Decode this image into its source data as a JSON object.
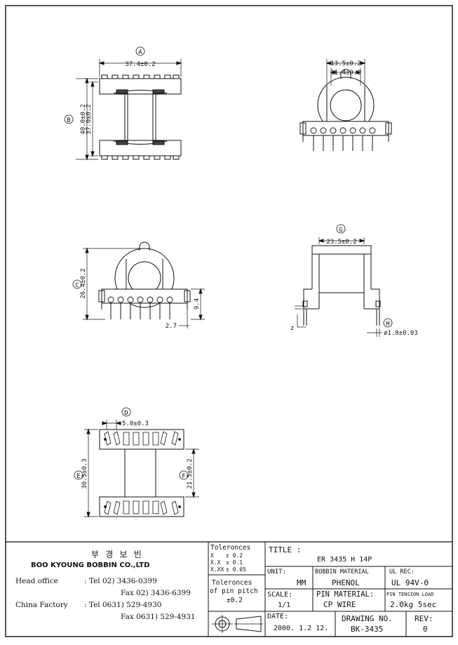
{
  "labels": {
    "A": "A",
    "B": "B",
    "C": "C",
    "D": "D",
    "E": "E",
    "F": "F",
    "G": "G",
    "H": "H"
  },
  "dims": {
    "a_width": "37.4±0.2",
    "b_outer": "40.0±0.2",
    "b_inner": "37.0±0.2",
    "top_outer": "13.5±0.2",
    "top_inner": "11.4±0.2",
    "c_height": "26.4±0.2",
    "c_pin": "9.4",
    "c_base": "2.7",
    "d_pitch": "5.0±0.3",
    "e_height": "30.5±0.3",
    "f_height": "21.5±0.2",
    "g_width": "23.5±0.2",
    "h_pin": "ø1.0±0.03",
    "z_label": "z"
  },
  "company": {
    "korean_name": "부 경 보 빈",
    "english_name": "BOO KYOUNG BOBBIN CO.,LTD",
    "head_office_label": "Head office",
    "head_tel": ": Tel  02) 3436-0399",
    "head_fax": "Fax  02) 3436-6399",
    "china_label": "China Factory",
    "china_tel": ": Tel 0631) 529-4930",
    "china_fax": "Fax 0631) 529-4931"
  },
  "tolerances": {
    "title": "Toleronces",
    "x_label": "X",
    "x_val": "± 0.2",
    "xx_label": "X.X",
    "xx_val": "± 0.1",
    "xxx_label": "X.XX",
    "xxx_val": "± 0.05",
    "pitch_title": "Toleronces",
    "pitch_sub": "of pin pitch",
    "pitch_val": "±0.2"
  },
  "title_block": {
    "title_label": "TITLE :",
    "title_value": "ER 3435 H 14P",
    "unit_label": "UNIT:",
    "unit_value": "MM",
    "bobbin_label": "BOBBIN MATERIAL",
    "bobbin_value": "PHENOL",
    "ul_label": "UL REC:",
    "ul_value": "UL 94V-0",
    "scale_label": "SCALE:",
    "scale_value": "1/1",
    "pin_label": "PIN MATERIAL:",
    "pin_value": "CP WIRE",
    "tension_label": "PIN TENSION LOAD",
    "tension_value": "2.0kg 5sec",
    "date_label": "DATE:",
    "date_value": "2000. 1.2 12.",
    "drawing_label": "DRAWING NO.",
    "drawing_value": "BK-3435",
    "rev_label": "REV:",
    "rev_value": "0"
  }
}
